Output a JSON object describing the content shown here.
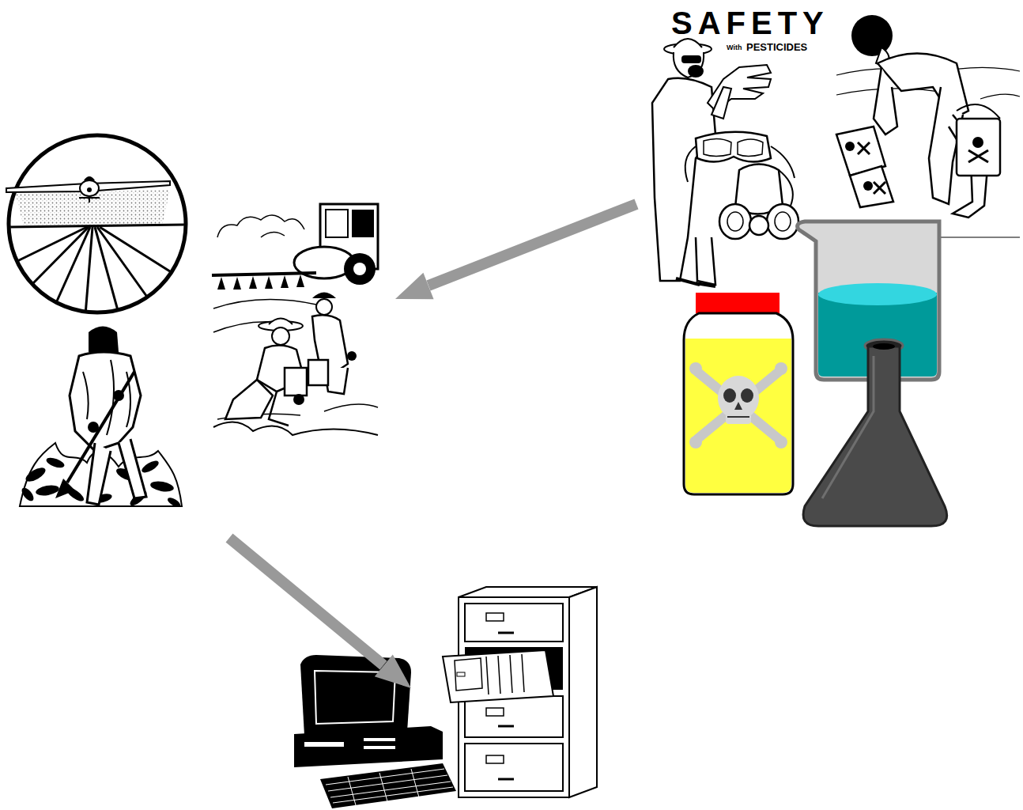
{
  "diagram": {
    "labels": [
      "SAFETY",
      "With",
      "PESTICIDES"
    ]
  }
}
